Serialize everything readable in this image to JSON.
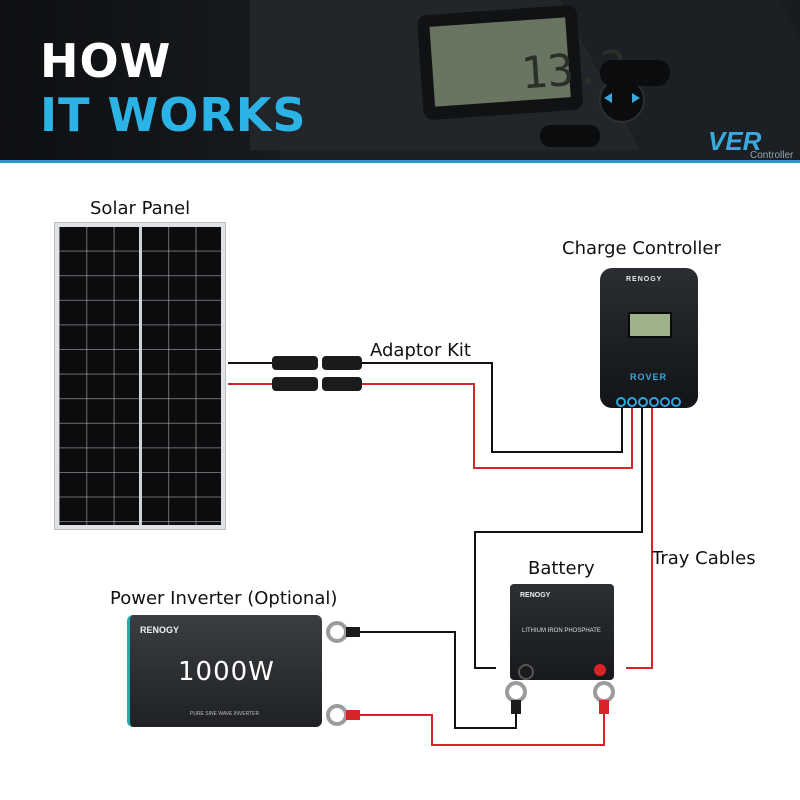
{
  "banner": {
    "line1": "HOW",
    "line2": "IT WORKS",
    "screen_readout": "13.3",
    "badge_text": "VER",
    "badge_sub": "Controller"
  },
  "labels": {
    "solar_panel": "Solar Panel",
    "charge_controller": "Charge Controller",
    "adaptor_kit": "Adaptor Kit",
    "battery": "Battery",
    "tray_cables": "Tray Cables",
    "power_inverter": "Power Inverter (Optional)"
  },
  "controller": {
    "brand": "RENOGY",
    "model": "ROVER"
  },
  "battery_unit": {
    "brand": "RENOGY",
    "type": "LITHIUM IRON PHOSPHATE"
  },
  "inverter": {
    "brand": "RENOGY",
    "wattage": "1000W",
    "subtext": "PURE SINE WAVE INVERTER"
  },
  "colors": {
    "accent_blue": "#2bb3e6",
    "wire_red": "#d9232b",
    "wire_black": "#111111",
    "banner_bg": "#15181c"
  }
}
